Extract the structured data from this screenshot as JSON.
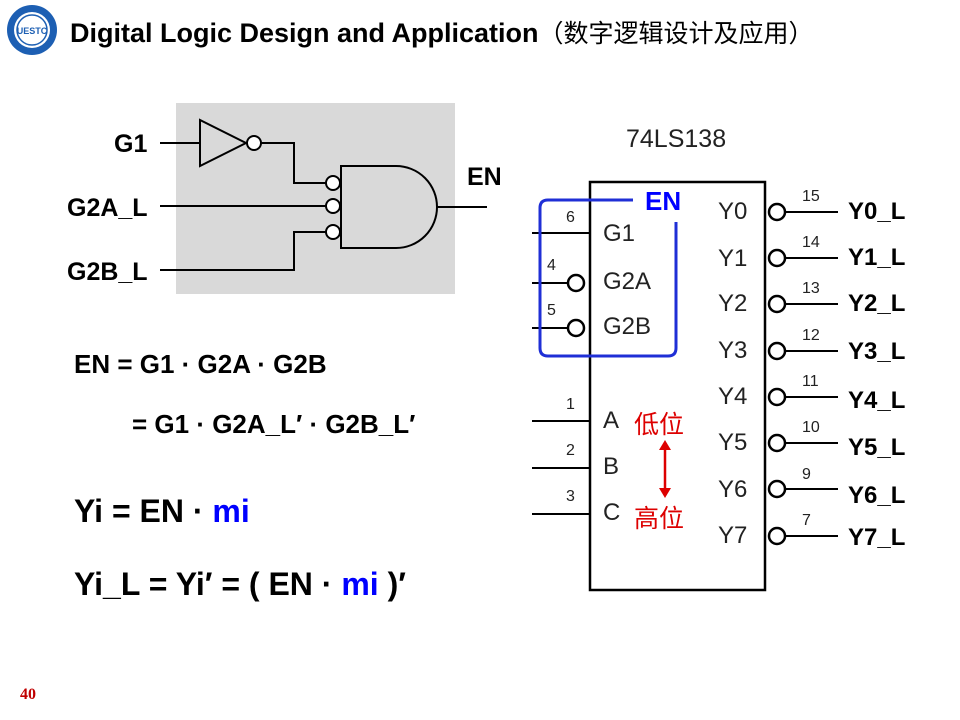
{
  "slide": {
    "title_en": "Digital Logic Design and Application",
    "title_zh": "（数字逻辑设计及应用）",
    "page_number": "40"
  },
  "gate_circuit": {
    "inputs": [
      "G1",
      "G2A_L",
      "G2B_L"
    ],
    "output": "EN"
  },
  "chip": {
    "name": "74LS138",
    "enable_label": "EN",
    "left_pins": [
      {
        "num": "6",
        "name": "G1"
      },
      {
        "num": "4",
        "name": "G2A"
      },
      {
        "num": "5",
        "name": "G2B"
      },
      {
        "num": "1",
        "name": "A"
      },
      {
        "num": "2",
        "name": "B"
      },
      {
        "num": "3",
        "name": "C"
      }
    ],
    "outputs": [
      {
        "pin": "Y0",
        "num": "15",
        "label": "Y0_L"
      },
      {
        "pin": "Y1",
        "num": "14",
        "label": "Y1_L"
      },
      {
        "pin": "Y2",
        "num": "13",
        "label": "Y2_L"
      },
      {
        "pin": "Y3",
        "num": "12",
        "label": "Y3_L"
      },
      {
        "pin": "Y4",
        "num": "11",
        "label": "Y4_L"
      },
      {
        "pin": "Y5",
        "num": "10",
        "label": "Y5_L"
      },
      {
        "pin": "Y6",
        "num": "9",
        "label": "Y6_L"
      },
      {
        "pin": "Y7",
        "num": "7",
        "label": "Y7_L"
      }
    ],
    "low_bit": "低位",
    "high_bit": "高位"
  },
  "equations": {
    "eq1": "EN = G1 · G2A · G2B",
    "eq2": "= G1 · G2A_L′ · G2B_L′",
    "eq3_prefix": "Yi = EN · ",
    "eq3_mi": "mi",
    "eq4_prefix": "Yi_L = Yi′ = ( EN · ",
    "eq4_mi": "mi",
    "eq4_suffix": " )′"
  },
  "colors": {
    "accent_blue": "#0000ff",
    "frame_blue": "#1f2fd6",
    "red": "#dd0000",
    "gate_bg": "#d9d9d9"
  }
}
